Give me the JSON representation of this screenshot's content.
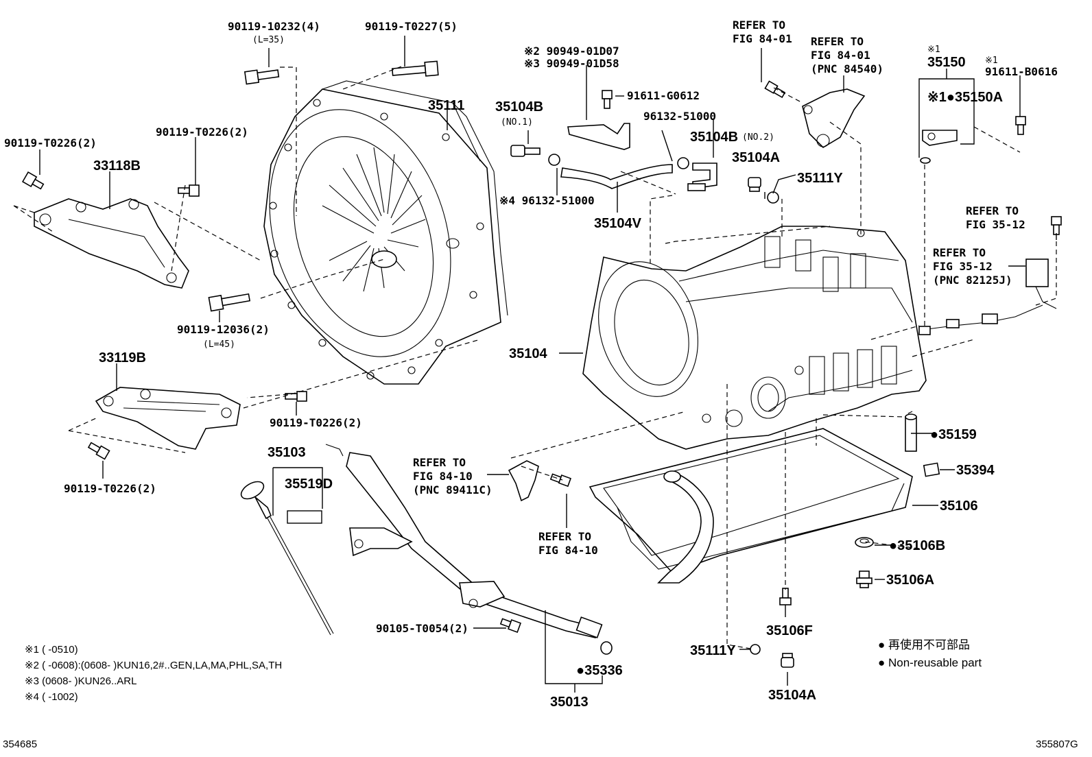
{
  "labels": {
    "l_90119_10232": "90119-10232(4)",
    "l_L35": "(L=35)",
    "l_90119_T0227": "90119-T0227(5)",
    "l_90119_T0226_a": "90119-T0226(2)",
    "l_90119_T0226_b": "90119-T0226(2)",
    "l_33118B": "33118B",
    "l_35111": "35111",
    "l_90119_12036": "90119-12036(2)",
    "l_L45": "(L=45)",
    "l_33119B": "33119B",
    "l_90119_T0226_c": "90119-T0226(2)",
    "l_90119_T0226_d": "90119-T0226(2)",
    "l_35103": "35103",
    "l_35519D": "35519D",
    "l_90105_T0054": "90105-T0054(2)",
    "l_35336": "●35336",
    "l_35013": "35013",
    "l_mark2_90949_01D07": "※2 90949-01D07",
    "l_mark3_90949_01D58": "※3 90949-01D58",
    "l_91611_G0612": "91611-G0612",
    "l_35104B_1": "35104B",
    "l_no1": "(NO.1)",
    "l_96132_51000": "96132-51000",
    "l_35104B_2": "35104B",
    "l_no2": "(NO.2)",
    "l_mark4_96132": "※4 96132-51000",
    "l_35104A_top": "35104A",
    "l_35111Y_top": "35111Y",
    "l_35104V": "35104V",
    "l_refer_8401_a1": "REFER TO",
    "l_refer_8401_a2": "FIG 84-01",
    "l_refer_8401_b1": "REFER TO",
    "l_refer_8401_b2": "FIG 84-01",
    "l_refer_8401_b3": "(PNC 84540)",
    "l_mark1_35150_a": "※1",
    "l_35150": "35150",
    "l_mark1_35150A": "※1●35150A",
    "l_mark1_91611": "※1",
    "l_91611_B0616": "91611-B0616",
    "l_refer_3512_a1": "REFER TO",
    "l_refer_3512_a2": "FIG 35-12",
    "l_refer_3512_b1": "REFER TO",
    "l_refer_3512_b2": "FIG 35-12",
    "l_refer_3512_b3": "(PNC 82125J)",
    "l_35104": "35104",
    "l_refer_8410_a1": "REFER TO",
    "l_refer_8410_a2": "FIG 84-10",
    "l_refer_8410_a3": "(PNC 89411C)",
    "l_refer_8410_b1": "REFER TO",
    "l_refer_8410_b2": "FIG 84-10",
    "l_35159": "●35159",
    "l_35394": "35394",
    "l_35106": "35106",
    "l_35106B": "●35106B",
    "l_35106A": "35106A",
    "l_35106F": "35106F",
    "l_35111Y_bot": "35111Y",
    "l_35104A_bot": "35104A"
  },
  "notes": [
    "※1 (     -0510)",
    "※2 (     -0608):(0608-      )KUN16,2#..GEN,LA,MA,PHL,SA,TH",
    "※3 (0608-      )KUN26..ARL",
    "※4 (     -1002)"
  ],
  "legend": {
    "line1": "● 再使用不可部品",
    "line2": "● Non-reusable part"
  },
  "footer": {
    "left_code": "354685",
    "right_code": "355807G"
  }
}
